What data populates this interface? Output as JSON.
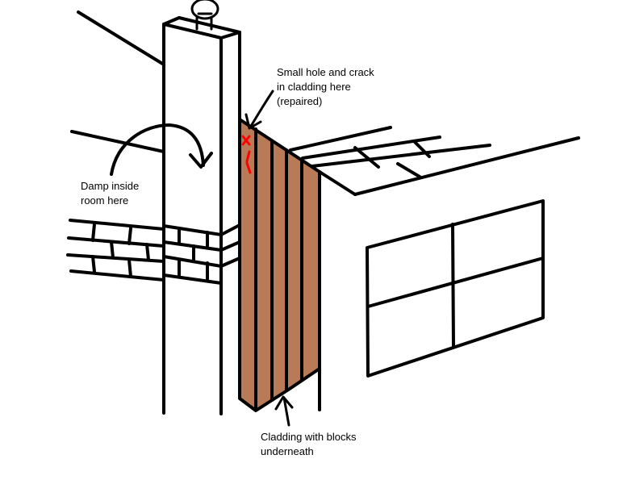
{
  "annotations": {
    "hole_crack": [
      "Small hole and crack",
      "in cladding here",
      "(repaired)"
    ],
    "damp": [
      "Damp inside",
      "room here"
    ],
    "cladding": [
      "Cladding with blocks",
      "underneath"
    ]
  },
  "colors": {
    "cladding_fill": "#b97a57",
    "line": "#000000",
    "mark": "#ff0000",
    "background": "#ffffff"
  }
}
